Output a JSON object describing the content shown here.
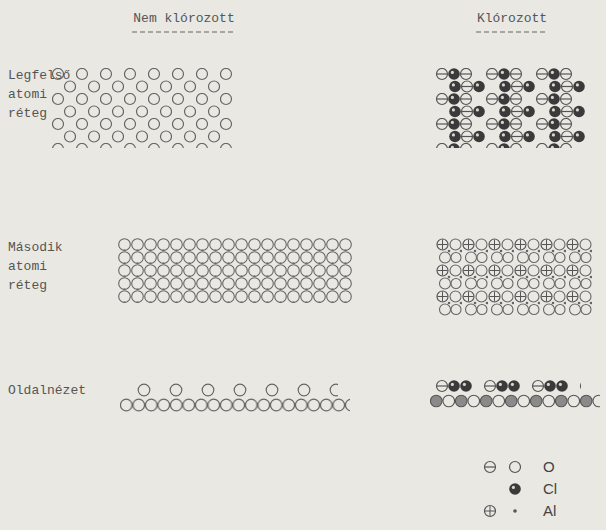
{
  "diagram": {
    "labels": [
      "Nem klórozott",
      "Klórozott",
      "Legfelső atomi réteg",
      "Második atomi réteg",
      "Oldalnézet"
    ],
    "legend": [
      {
        "text": "O"
      },
      {
        "text": "Cl"
      },
      {
        "text": "Al"
      }
    ]
  }
}
